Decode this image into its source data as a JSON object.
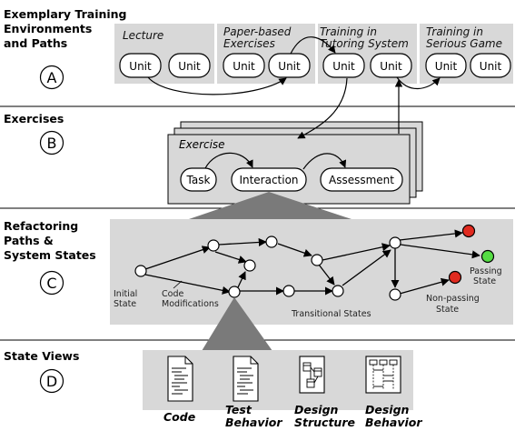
{
  "sections": {
    "a": {
      "label": "Exemplary Training Environments and Paths",
      "label_lines": [
        "Exemplary Training",
        "Environments",
        "and Paths"
      ],
      "letter": "A",
      "environments": [
        {
          "name": "Lecture",
          "name_lines": [
            "Lecture"
          ],
          "units": [
            "Unit",
            "Unit"
          ]
        },
        {
          "name": "Paper-based Exercises",
          "name_lines": [
            "Paper-based",
            "Exercises"
          ],
          "units": [
            "Unit",
            "Unit"
          ]
        },
        {
          "name": "Training in Tutoring System",
          "name_lines": [
            "Training in",
            "Tutoring System"
          ],
          "units": [
            "Unit",
            "Unit"
          ]
        },
        {
          "name": "Training in Serious Game",
          "name_lines": [
            "Training in",
            "Serious Game"
          ],
          "units": [
            "Unit",
            "Unit"
          ]
        }
      ]
    },
    "b": {
      "label": "Exercises",
      "letter": "B",
      "card_title": "Exercise",
      "steps": [
        "Task",
        "Interaction",
        "Assessment"
      ]
    },
    "c": {
      "label": "Refactoring Paths & System States",
      "label_lines": [
        "Refactoring",
        "Paths &",
        "System States"
      ],
      "letter": "C",
      "annotations": {
        "initial_state": [
          "Initial",
          "State"
        ],
        "code_modifications": [
          "Code",
          "Modifications"
        ],
        "transitional_states": "Transitional States",
        "passing_state": [
          "Passing",
          "State"
        ],
        "non_passing_state": [
          "Non-passing",
          "State"
        ]
      },
      "colors": {
        "passing": "#55dd44",
        "non_passing": "#e02a1f",
        "neutral": "#ffffff"
      }
    },
    "d": {
      "label": "State Views",
      "letter": "D",
      "views": [
        {
          "name": "Code",
          "name_lines": [
            "Code"
          ],
          "icon": "code-document-icon"
        },
        {
          "name": "Test Behavior",
          "name_lines": [
            "Test",
            "Behavior"
          ],
          "icon": "test-document-icon"
        },
        {
          "name": "Design Structure",
          "name_lines": [
            "Design",
            "Structure"
          ],
          "icon": "class-diagram-icon"
        },
        {
          "name": "Design Behavior",
          "name_lines": [
            "Design",
            "Behavior"
          ],
          "icon": "sequence-diagram-icon"
        }
      ]
    }
  }
}
